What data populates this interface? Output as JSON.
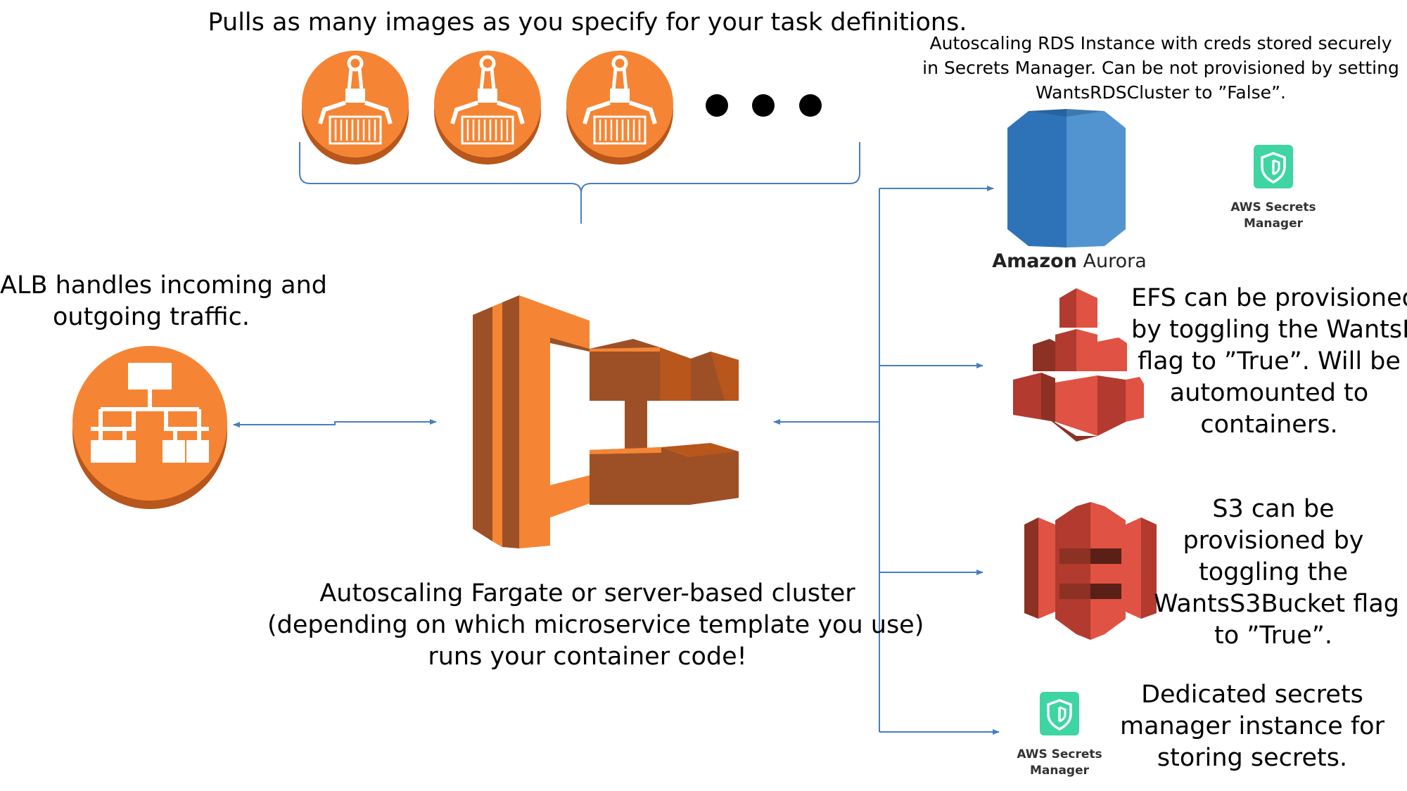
{
  "images_caption": "Pulls as many images as you specify for your task definitions.",
  "alb_caption": [
    "ALB handles incoming and",
    "outgoing traffic."
  ],
  "cluster_caption": [
    "Autoscaling Fargate or server-based cluster",
    "(depending on which microservice template you use)",
    "runs your container code!"
  ],
  "rds_caption": [
    "Autoscaling RDS Instance with creds stored securely",
    "in Secrets Manager. Can be not provisioned by setting",
    "WantsRDSCluster to ”False”."
  ],
  "aurora_label": {
    "brand": "Amazon",
    "product": "Aurora"
  },
  "secrets_label_top": [
    "AWS Secrets",
    "Manager"
  ],
  "efs_caption": [
    "EFS can be provisioned",
    "by toggling the WantsEFS",
    "flag to ”True”. Will be",
    "automounted to",
    "containers."
  ],
  "s3_caption": [
    "S3 can be",
    "provisioned by",
    "toggling the",
    "WantsS3Bucket flag",
    "to ”True”."
  ],
  "secrets_label_bottom": [
    "AWS Secrets",
    "Manager"
  ],
  "secrets_caption": [
    "Dedicated secrets",
    "manager instance for",
    "storing secrets."
  ],
  "colors": {
    "ecr_orange": "#F58534",
    "ecs_orange": "#F58534",
    "ecs_dark": "#9D5025",
    "alb_orange": "#F58534",
    "aurora_blue": "#2E73B8",
    "storage_red": "#E05243",
    "storage_dark": "#8C3123",
    "secrets_green": "#3FD5A2",
    "connector_blue": "#4A7EBB"
  },
  "icons": [
    "ecr-repository-icon",
    "ecs-cluster-icon",
    "alb-icon",
    "aurora-icon",
    "secrets-manager-icon",
    "efs-icon",
    "s3-icon"
  ]
}
